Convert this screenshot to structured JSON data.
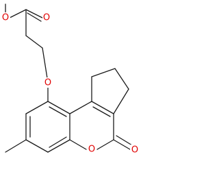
{
  "molecule": {
    "atoms": {
      "ether_oxygen": {
        "symbol": "O",
        "color": "#e00000"
      },
      "ester_single_oxygen": {
        "symbol": "O",
        "color": "#e00000"
      },
      "ester_carbonyl_oxygen": {
        "symbol": "O",
        "color": "#e00000"
      },
      "ring_oxygen": {
        "symbol": "O",
        "color": "#e00000"
      },
      "lactone_carbonyl_oxygen": {
        "symbol": "O",
        "color": "#e00000"
      }
    },
    "bond_color": "#1a1a1a"
  }
}
